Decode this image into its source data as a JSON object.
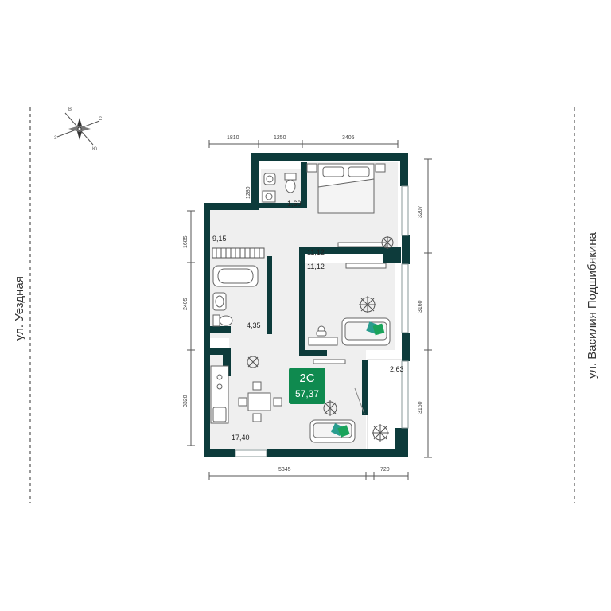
{
  "streets": {
    "left": "ул. Уездная",
    "right": "ул. Василия Подшибякина"
  },
  "compass": {
    "letters": [
      "В",
      "С",
      "З",
      "Ю"
    ]
  },
  "dimensions": {
    "top": [
      "1810",
      "1250",
      "3405"
    ],
    "bottom": [
      "5345",
      "720"
    ],
    "left": [
      "1685",
      "2405",
      "3320"
    ],
    "right": [
      "3207",
      "3160",
      "3160"
    ],
    "inner": "1280"
  },
  "rooms": [
    {
      "label": "1,60"
    },
    {
      "label": "9,15"
    },
    {
      "label": "11,12"
    },
    {
      "label": "11,12"
    },
    {
      "label": "4,35"
    },
    {
      "label": "2,63"
    },
    {
      "label": "17,40"
    }
  ],
  "badge": {
    "type": "2С",
    "area": "57,37"
  },
  "colors": {
    "wall": "#0d3b3b",
    "accent": "#0f8a4f",
    "pillow_a": "#2a9d8f",
    "pillow_b": "#1aa35a"
  }
}
